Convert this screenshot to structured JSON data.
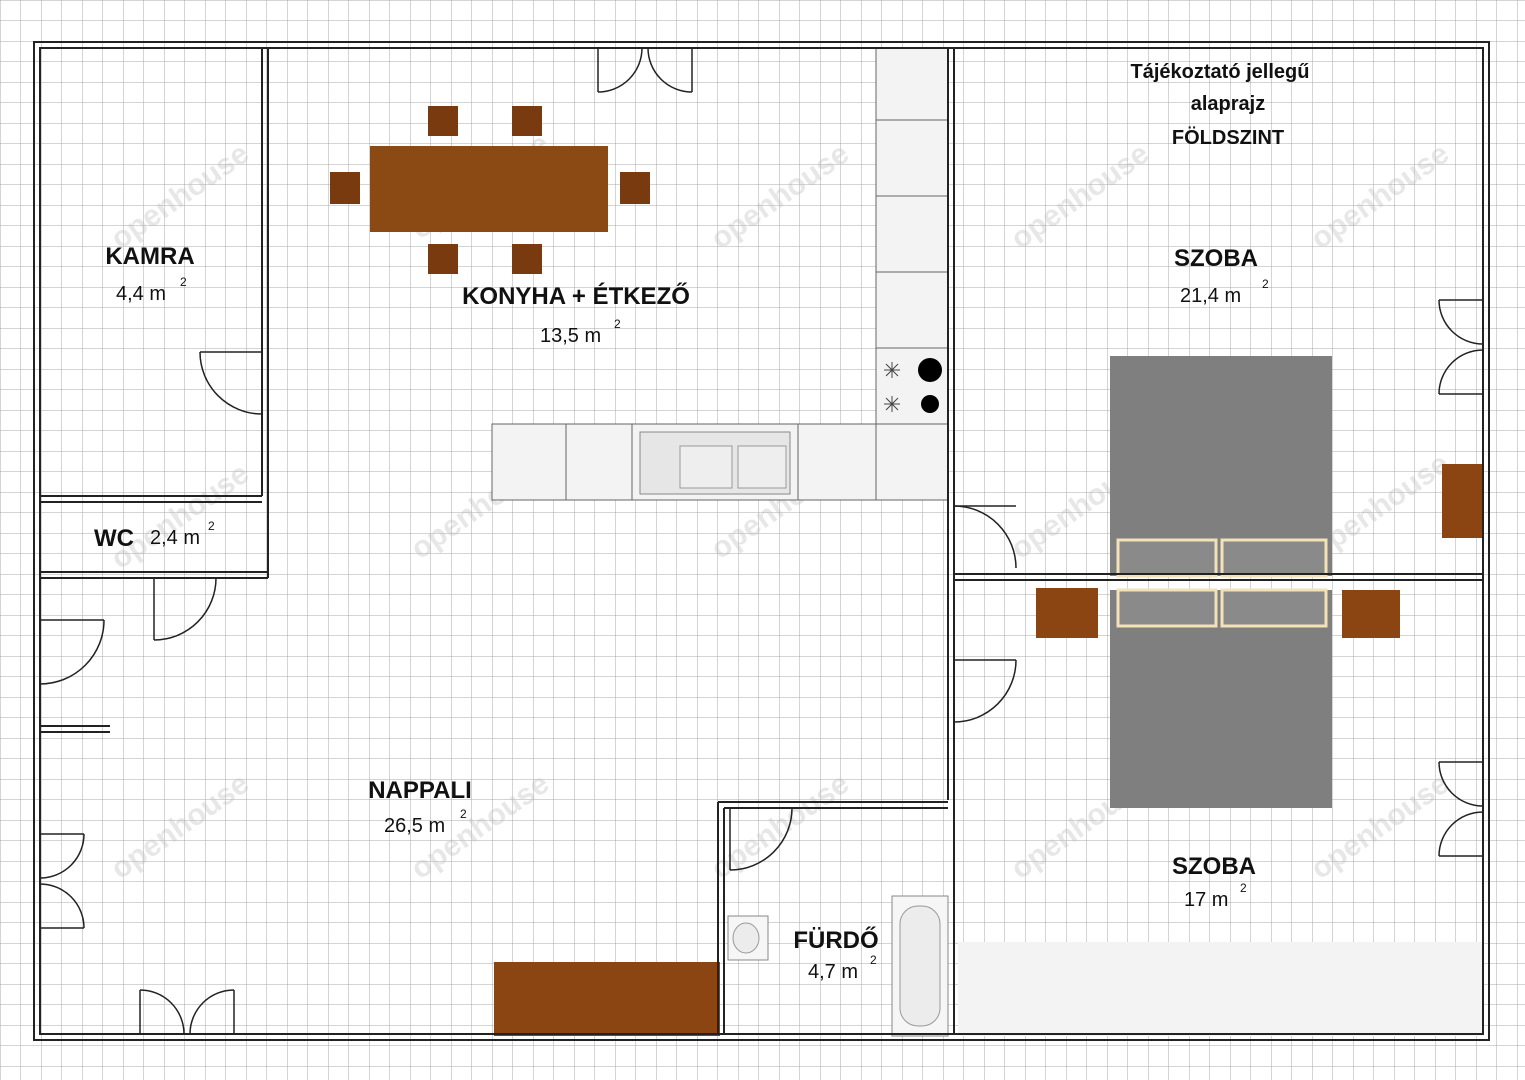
{
  "title": {
    "line1": "Tájékoztató jellegű",
    "line2": "alaprajz",
    "line3": "FÖLDSZINT"
  },
  "rooms": {
    "kamra": {
      "name": "KAMRA",
      "area": "4,4 m",
      "sup": "2"
    },
    "wc": {
      "name": "WC",
      "area": "2,4 m",
      "sup": "2"
    },
    "konyha": {
      "name": "KONYHA + ÉTKEZŐ",
      "area": "13,5 m",
      "sup": "2"
    },
    "szoba1": {
      "name": "SZOBA",
      "area": "21,4 m",
      "sup": "2"
    },
    "nappali": {
      "name": "NAPPALI",
      "area": "26,5 m",
      "sup": "2"
    },
    "furdo": {
      "name": "FÜRDŐ",
      "area": "4,7 m",
      "sup": "2"
    },
    "szoba2": {
      "name": "SZOBA",
      "area": "17 m",
      "sup": "2"
    }
  },
  "watermark": "openhouse",
  "colors": {
    "wood": "#8b4513",
    "bed": "#7f7f7f",
    "counter": "#f2f2f2",
    "grid": "#a8a8a8",
    "wall": "#222222"
  }
}
